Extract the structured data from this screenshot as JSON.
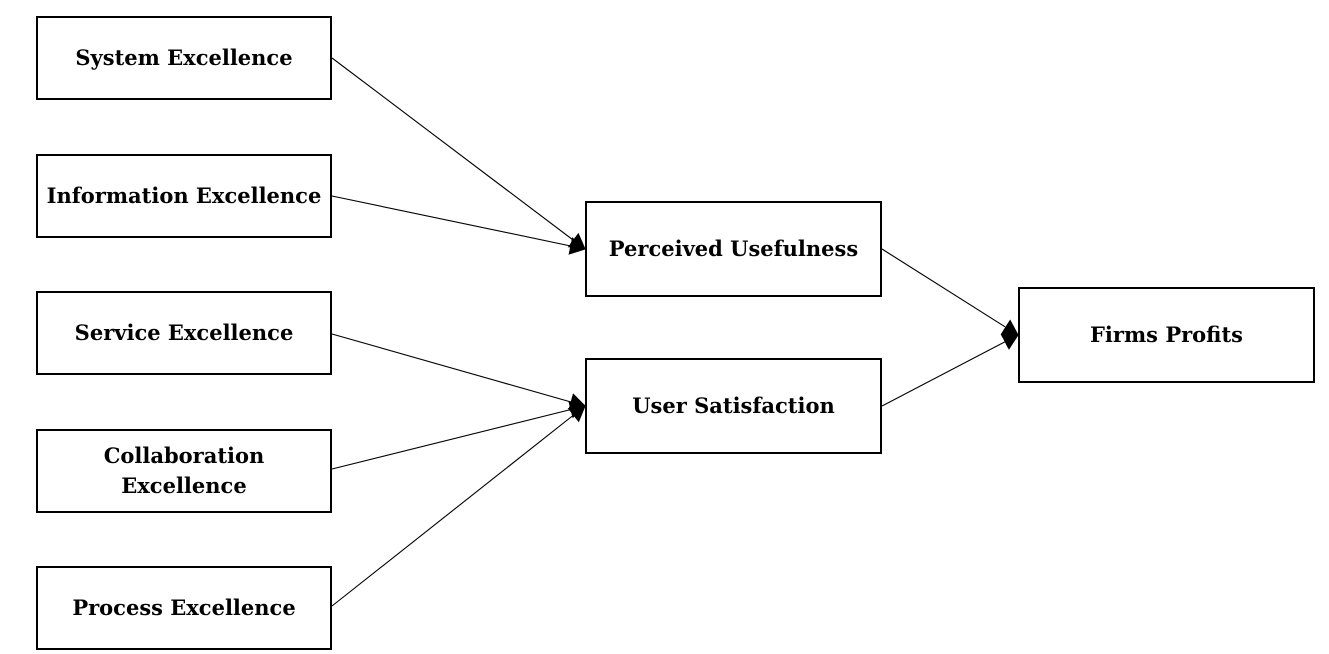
{
  "diagram": {
    "nodes": {
      "system": "System Excellence",
      "information": "Information Excellence",
      "service": "Service Excellence",
      "collaboration": "Collaboration\nExcellence",
      "process": "Process Excellence",
      "perceived_usefulness": "Perceived Usefulness",
      "user_satisfaction": "User Satisfaction",
      "firms_profits": "Firms Profits"
    },
    "edges": [
      {
        "from": "System Excellence",
        "to": "Perceived Usefulness"
      },
      {
        "from": "Information Excellence",
        "to": "Perceived Usefulness"
      },
      {
        "from": "Service Excellence",
        "to": "User Satisfaction"
      },
      {
        "from": "Collaboration Excellence",
        "to": "User Satisfaction"
      },
      {
        "from": "Process Excellence",
        "to": "User Satisfaction"
      },
      {
        "from": "Perceived Usefulness",
        "to": "Firms Profits"
      },
      {
        "from": "User Satisfaction",
        "to": "Firms Profits"
      }
    ],
    "colors": {
      "stroke": "#000000",
      "background": "#ffffff"
    }
  }
}
